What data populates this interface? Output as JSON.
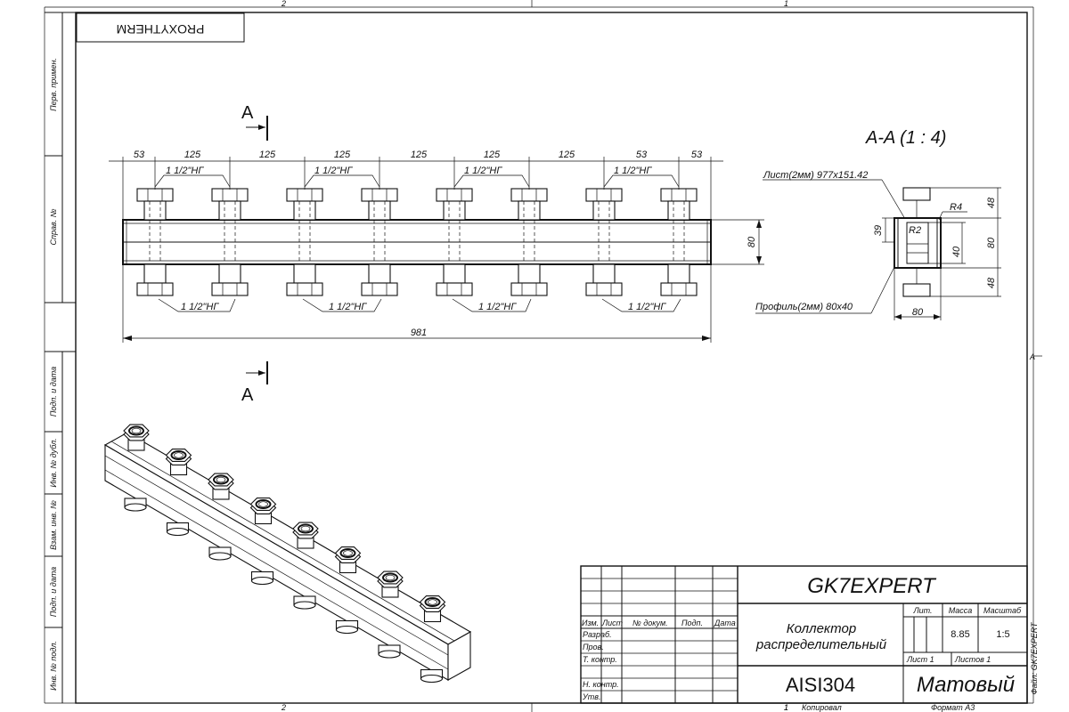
{
  "sheet": {
    "zone_top_left": "2",
    "zone_top_right": "1",
    "zone_bottom_left": "2",
    "zone_bottom_right": "1",
    "zone_side": "A",
    "brand_mirrored": "PROXYTHERM"
  },
  "side_columns": [
    "Перв. примен.",
    "Справ. №",
    "Подп. и дата",
    "Инв. № дубл.",
    "Взам. инв. №",
    "Подп. и дата",
    "Инв. № подл."
  ],
  "section": {
    "letter_top": "A",
    "letter_bottom": "A",
    "title": "A-A (1 : 4)"
  },
  "dimensions": {
    "top": [
      "53",
      "125",
      "125",
      "125",
      "125",
      "125",
      "125",
      "53"
    ],
    "thread_top": [
      "1 1/2\"НГ",
      "1 1/2\"НГ",
      "1 1/2\"НГ",
      "1 1/2\"НГ"
    ],
    "thread_bottom": [
      "1 1/2\"НГ",
      "1 1/2\"НГ",
      "1 1/2\"НГ",
      "1 1/2\"НГ"
    ],
    "overall_length": "981",
    "height": "80"
  },
  "section_view": {
    "sheet_label": "Лист(2мм) 977x151.42",
    "profile_label": "Профиль(2мм) 80x40",
    "r4": "R4",
    "r2": "R2",
    "d39": "39",
    "d40": "40",
    "d48_top": "48",
    "d80_right": "80",
    "d48_bottom": "48",
    "d80_bottom": "80"
  },
  "title_block": {
    "company": "GK7EXPERT",
    "header_cols": [
      "Изм.",
      "Лист",
      "№ докум.",
      "Подп.",
      "Дата"
    ],
    "roles": [
      "Разраб.",
      "Пров.",
      "Т. контр.",
      "",
      "Н. контр.",
      "Утв."
    ],
    "name_line1": "Коллектор",
    "name_line2": "распределительный",
    "lit_label": "Лит.",
    "mass_label": "Масса",
    "scale_label": "Масштаб",
    "mass": "8.85",
    "scale": "1:5",
    "sheet_label": "Лист 1",
    "sheets_label": "Листов 1",
    "material": "AISI304",
    "finish": "Матовый",
    "file_label": "Файл: GK7EXPERT"
  },
  "footer": {
    "copy_num": "1",
    "copied": "Копировал",
    "format": "Формат А3"
  }
}
